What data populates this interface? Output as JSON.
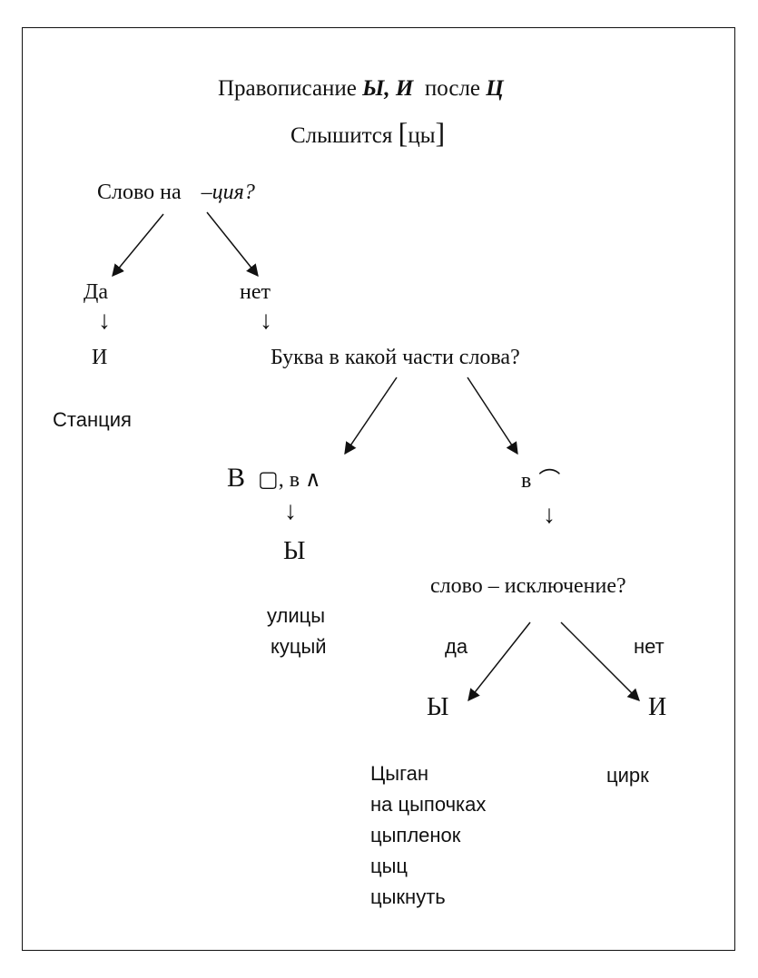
{
  "title": {
    "prefix": "Правописание ",
    "letters": "Ы, И",
    "middle": "  после ",
    "c_letter": "Ц"
  },
  "sound": {
    "prefix": "Слышится ",
    "bracket": "[",
    "value": "цы",
    "bracket_close": "]"
  },
  "q1": {
    "text": "Слово на ",
    "suffix": "–ция?"
  },
  "yes1": {
    "label": "Да",
    "arrow": "↓",
    "result": "И",
    "example": "Станция"
  },
  "no1": {
    "label": "нет",
    "arrow": "↓"
  },
  "q2": {
    "text": "Буква  в какой части слова?"
  },
  "left_branch": {
    "big_letter": "В",
    "root_symbol": "▢",
    "rest": ", в",
    "suffix_symbol": "∧",
    "arrow": "↓",
    "result": "Ы",
    "examples": [
      "улицы",
      "куцый"
    ]
  },
  "right_branch": {
    "prefix": "в",
    "ending_symbol": "⌒",
    "arrow": "↓",
    "question": "слово – исключение?",
    "yes_label": "да",
    "no_label": "нет",
    "yes_result": "Ы",
    "no_result": "И",
    "yes_examples": [
      "Цыган",
      "на цыпочках",
      "цыпленок",
      "цыц",
      "цыкнуть"
    ],
    "no_examples": [
      "цирк"
    ]
  }
}
